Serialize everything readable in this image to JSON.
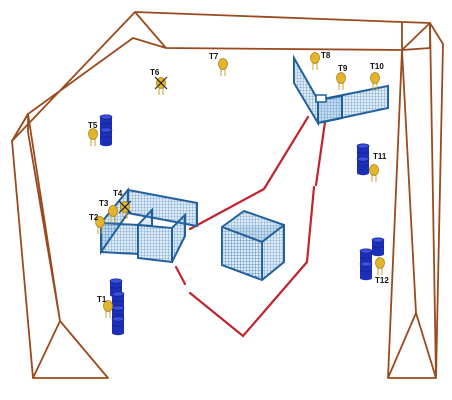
{
  "colors": {
    "wall": "#9a4a1c",
    "barrier": "#c0242c",
    "cage": "#1f5e99",
    "cage_mesh": "#4a90c8",
    "drum": "#1c2fb8",
    "target": "#e3b52a"
  },
  "targets": [
    {
      "id": "t1",
      "label": "T1"
    },
    {
      "id": "t2",
      "label": "T2"
    },
    {
      "id": "t3",
      "label": "T3"
    },
    {
      "id": "t4",
      "label": "T4"
    },
    {
      "id": "t5",
      "label": "T5"
    },
    {
      "id": "t6",
      "label": "T6"
    },
    {
      "id": "t7",
      "label": "T7"
    },
    {
      "id": "t8",
      "label": "T8"
    },
    {
      "id": "t9",
      "label": "T9"
    },
    {
      "id": "t10",
      "label": "T10"
    },
    {
      "id": "t11",
      "label": "T11"
    },
    {
      "id": "t12",
      "label": "T12"
    }
  ]
}
